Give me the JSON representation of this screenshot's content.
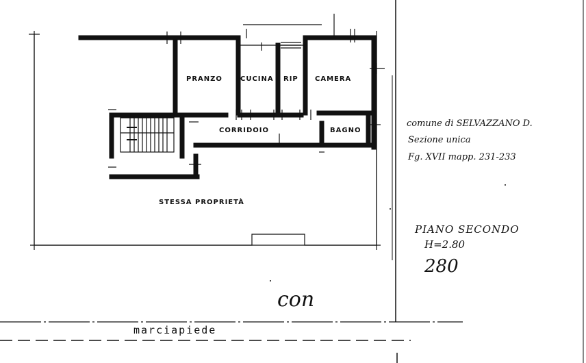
{
  "plan": {
    "rooms": {
      "pranzo": "PRANZO",
      "cucina": "CUCINA",
      "rip": "RIP",
      "camera": "CAMERA",
      "corridoio": "CORRIDOIO",
      "bagno": "BAGNO"
    },
    "stessa_proprieta": "STESSA PROPRIETÀ",
    "street": "marciapiede"
  },
  "notes": {
    "comune": "comune di SELVAZZANO D.",
    "sezione": "Sezione   unica",
    "foglio": "Fg. XVII   mapp. 231-233",
    "piano": "PIANO SECONDO",
    "altezza": "H=2.80",
    "number": "280",
    "stamp": "con"
  },
  "colors": {
    "ink": "#111111",
    "paper": "#ffffff"
  }
}
